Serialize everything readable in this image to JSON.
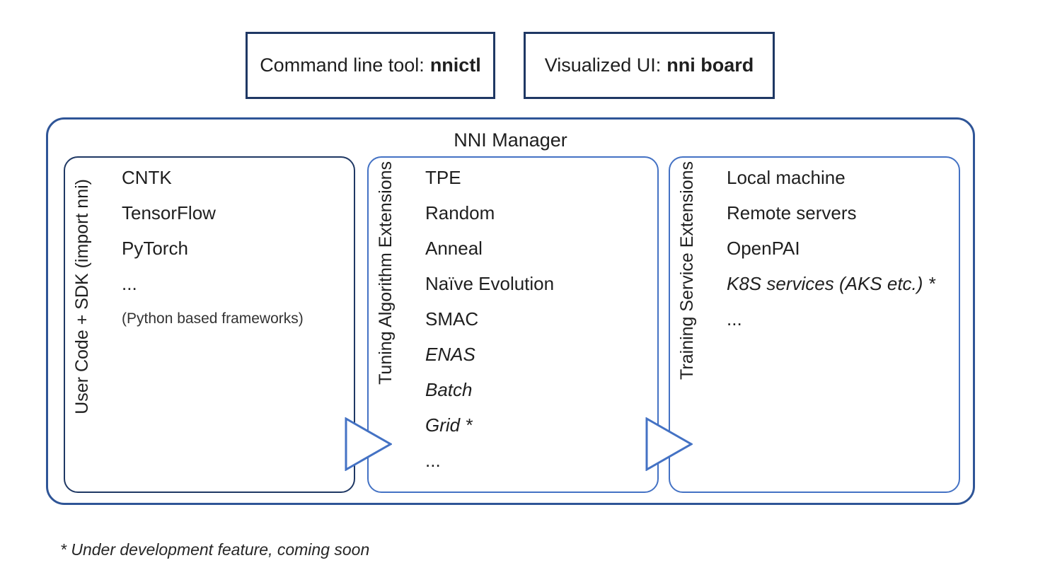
{
  "top_boxes": [
    {
      "prefix": "Command line tool:",
      "bold": "nnictl"
    },
    {
      "prefix": "Visualized UI:",
      "bold": "nni board"
    }
  ],
  "manager": {
    "title": "NNI Manager"
  },
  "columns": [
    {
      "side_label": "User Code + SDK (import nni)",
      "items": [
        {
          "text": "CNTK",
          "style": "normal"
        },
        {
          "text": "TensorFlow",
          "style": "normal"
        },
        {
          "text": "PyTorch",
          "style": "normal"
        },
        {
          "text": "...",
          "style": "normal"
        },
        {
          "text": "(Python based frameworks)",
          "style": "small"
        }
      ]
    },
    {
      "side_label": "Tuning Algorithm Extensions",
      "items": [
        {
          "text": "TPE",
          "style": "normal"
        },
        {
          "text": "Random",
          "style": "normal"
        },
        {
          "text": "Anneal",
          "style": "normal"
        },
        {
          "text": "Naïve Evolution",
          "style": "normal"
        },
        {
          "text": "SMAC",
          "style": "normal"
        },
        {
          "text": "ENAS",
          "style": "italic"
        },
        {
          "text": "Batch",
          "style": "italic"
        },
        {
          "text": "Grid *",
          "style": "italic"
        },
        {
          "text": "...",
          "style": "normal"
        }
      ]
    },
    {
      "side_label": "Training Service Extensions",
      "items": [
        {
          "text": "Local machine",
          "style": "normal"
        },
        {
          "text": "Remote servers",
          "style": "normal"
        },
        {
          "text": "OpenPAI",
          "style": "normal"
        },
        {
          "text": "K8S services (AKS etc.) *",
          "style": "italic"
        },
        {
          "text": "...",
          "style": "normal"
        }
      ]
    }
  ],
  "footnote": "* Under development feature, coming soon",
  "colors": {
    "navy": "#1F3864",
    "outer": "#2F5597",
    "accent": "#4472C4",
    "ink": "#1f1f1f"
  }
}
